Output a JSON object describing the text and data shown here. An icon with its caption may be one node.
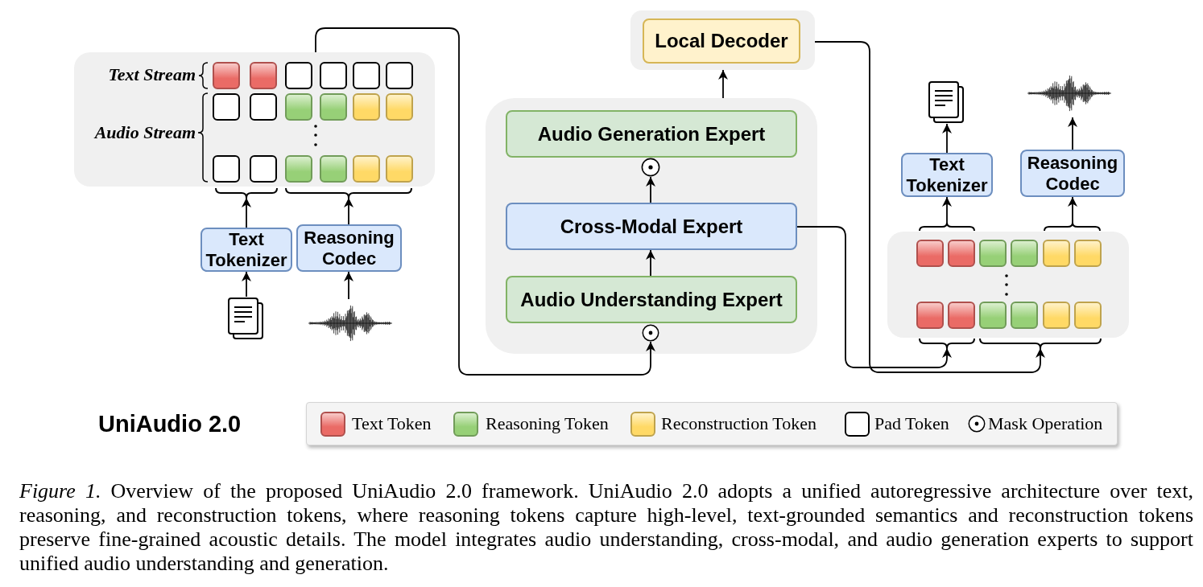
{
  "diagram": {
    "title": "UniAudio 2.0",
    "caption": "*Figure 1.* Overview of the proposed UniAudio 2.0 framework. UniAudio 2.0 adopts a unified autoregressive architecture over text, reasoning, and reconstruction tokens, where reasoning tokens capture high-level, text-grounded semantics and reconstruction tokens preserve fine-grained acoustic details. The model integrates audio understanding, cross-modal, and audio generation experts to support unified audio understanding and generation.",
    "nodes": [
      {
        "text": [
          "Text Stream",
          "Audio Stream"
        ]
      },
      {
        "text": [
          "Text Tokenizer"
        ]
      },
      {
        "text": [
          "Reasoning Codec"
        ]
      },
      {
        "text": [],
        "shape": "picture"
      },
      {
        "text": [],
        "shape": "picture"
      },
      {
        "text": [],
        "shape": "box"
      },
      {
        "text": [
          "Local Decoder"
        ],
        "in": 5
      },
      {
        "text": [],
        "shape": "box"
      },
      {
        "text": [
          "Audio Generation Expert"
        ],
        "in": 7
      },
      {
        "text": [],
        "shape": "circle",
        "in": 7
      },
      {
        "text": [
          "Cross-Modal Expert"
        ],
        "in": 7
      },
      {
        "text": [
          "Audio Understanding Expert"
        ],
        "in": 7
      },
      {
        "text": [],
        "shape": "circle",
        "in": 7
      },
      {
        "text": [],
        "shape": "picture"
      },
      {
        "text": [],
        "shape": "picture"
      },
      {
        "text": [
          "Text Tokenizer"
        ]
      },
      {
        "text": [
          "Reasoning Codec"
        ]
      },
      {
        "text": [],
        "shape": "box"
      }
    ],
    "edges": [
      {
        "from": 3,
        "to": 1,
        "arrow": "to"
      },
      {
        "from": 4,
        "to": 2,
        "arrow": "to"
      },
      {
        "from": 1,
        "to": 0,
        "arrow": "to"
      },
      {
        "from": 2,
        "to": 0,
        "arrow": "to"
      },
      {
        "from": 0,
        "to": 12,
        "arrow": "to"
      },
      {
        "from": 11,
        "to": 10,
        "arrow": "to"
      },
      {
        "from": 10,
        "to": 9,
        "arrow": "to"
      },
      {
        "from": 7,
        "to": 5,
        "arrow": "to"
      },
      {
        "from": 5,
        "to": 17,
        "arrow": "to"
      },
      {
        "from": 10,
        "to": 17,
        "arrow": "to"
      },
      {
        "from": 17,
        "to": 15,
        "arrow": "to"
      },
      {
        "from": 17,
        "to": 16,
        "arrow": "to"
      },
      {
        "from": 15,
        "to": 13,
        "arrow": "to"
      },
      {
        "from": 16,
        "to": 14,
        "arrow": "to"
      }
    ],
    "legend": [
      {
        "text": "Text Token",
        "color": "#ea6b66"
      },
      {
        "text": "Reasoning Token",
        "color": "#97d077"
      },
      {
        "text": "Reconstruction Token",
        "color": "#ffd966"
      },
      {
        "text": "Pad Token",
        "color": "#ffffff"
      },
      {
        "text": "Mask Operation"
      }
    ]
  }
}
